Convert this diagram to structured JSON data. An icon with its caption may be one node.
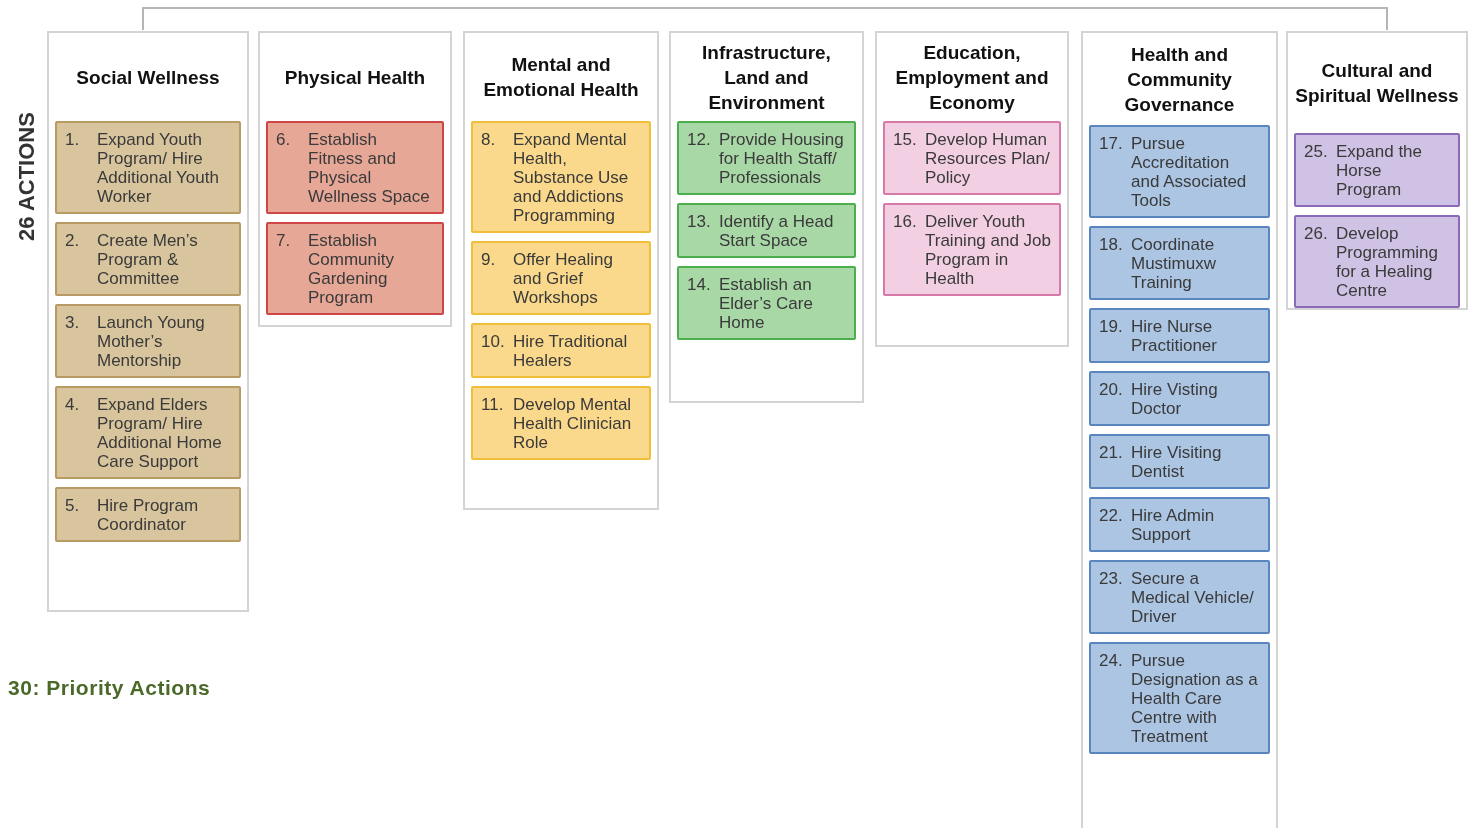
{
  "diagram": {
    "caption": "30: Priority Actions",
    "nodes": [
      {
        "text": [
          "Social Wellness"
        ]
      },
      {
        "text": [
          "1.",
          "Expand Youth Program/ Hire Additional Youth Worker"
        ],
        "in": 0
      },
      {
        "text": [
          "2.",
          "Create Men’s Program & Committee"
        ],
        "in": 0
      },
      {
        "text": [
          "3.",
          "Launch Young Mother’s Mentorship"
        ],
        "in": 0
      },
      {
        "text": [
          "4.",
          "Expand Elders Program/ Hire Additional Home Care Support"
        ],
        "in": 0
      },
      {
        "text": [
          "5.",
          "Hire Program Coordinator"
        ],
        "in": 0
      },
      {
        "text": [
          "Physical Health"
        ]
      },
      {
        "text": [
          "6.",
          "Establish Fitness and Physical Wellness Space"
        ],
        "in": 6
      },
      {
        "text": [
          "7.",
          "Establish Community Gardening Program"
        ],
        "in": 6
      },
      {
        "text": [
          "Mental and Emotional Health"
        ]
      },
      {
        "text": [
          "8.",
          "Expand Mental Health, Substance Use and Addictions Programming"
        ],
        "in": 9
      },
      {
        "text": [
          "9.",
          "Offer Healing and Grief Workshops"
        ],
        "in": 9
      },
      {
        "text": [
          "10.",
          "Hire Traditional Healers"
        ],
        "in": 9
      },
      {
        "text": [
          "11.",
          "Develop Mental Health Clinician Role"
        ],
        "in": 9
      },
      {
        "text": [
          "Infrastructure, Land and Environment"
        ]
      },
      {
        "text": [
          "12.",
          "Provide Housing for Health Staff/ Professionals"
        ],
        "in": 14
      },
      {
        "text": [
          "13.",
          "Identify a Head Start Space"
        ],
        "in": 14
      },
      {
        "text": [
          "14.",
          "Establish an Elder’s Care Home"
        ],
        "in": 14
      },
      {
        "text": [
          "Education, Employment and Economy"
        ]
      },
      {
        "text": [
          "15.",
          "Develop Human Resources Plan/ Policy"
        ],
        "in": 18
      },
      {
        "text": [
          "16.",
          "Deliver Youth Training and Job Program in Health"
        ],
        "in": 18
      },
      {
        "text": [
          "Health and Community Governance"
        ]
      },
      {
        "text": [
          "17.",
          "Pursue Accreditation and Associated Tools"
        ],
        "in": 21
      },
      {
        "text": [
          "18.",
          "Coordinate Mustimuxw Training"
        ],
        "in": 21
      },
      {
        "text": [
          "19.",
          "Hire Nurse Practitioner"
        ],
        "in": 21
      },
      {
        "text": [
          "20.",
          "Hire Visting Doctor"
        ],
        "in": 21
      },
      {
        "text": [
          "21.",
          "Hire Visiting Dentist"
        ],
        "in": 21
      },
      {
        "text": [
          "22.",
          "Hire Admin Support"
        ],
        "in": 21
      },
      {
        "text": [
          "23.",
          "Secure a Medical Vehicle/ Driver"
        ],
        "in": 21
      },
      {
        "text": [
          "24.",
          "Pursue Designation as a Health Care Centre with Treatment"
        ],
        "in": 21
      },
      {
        "text": [
          "Cultural and Spiritual Wellness"
        ]
      },
      {
        "text": [
          "25.",
          "Expand the Horse Program"
        ],
        "in": 30
      },
      {
        "text": [
          "26.",
          "Develop Programming for a Healing Centre"
        ],
        "in": 30
      }
    ],
    "labels": [
      "26 ACTIONS"
    ]
  }
}
